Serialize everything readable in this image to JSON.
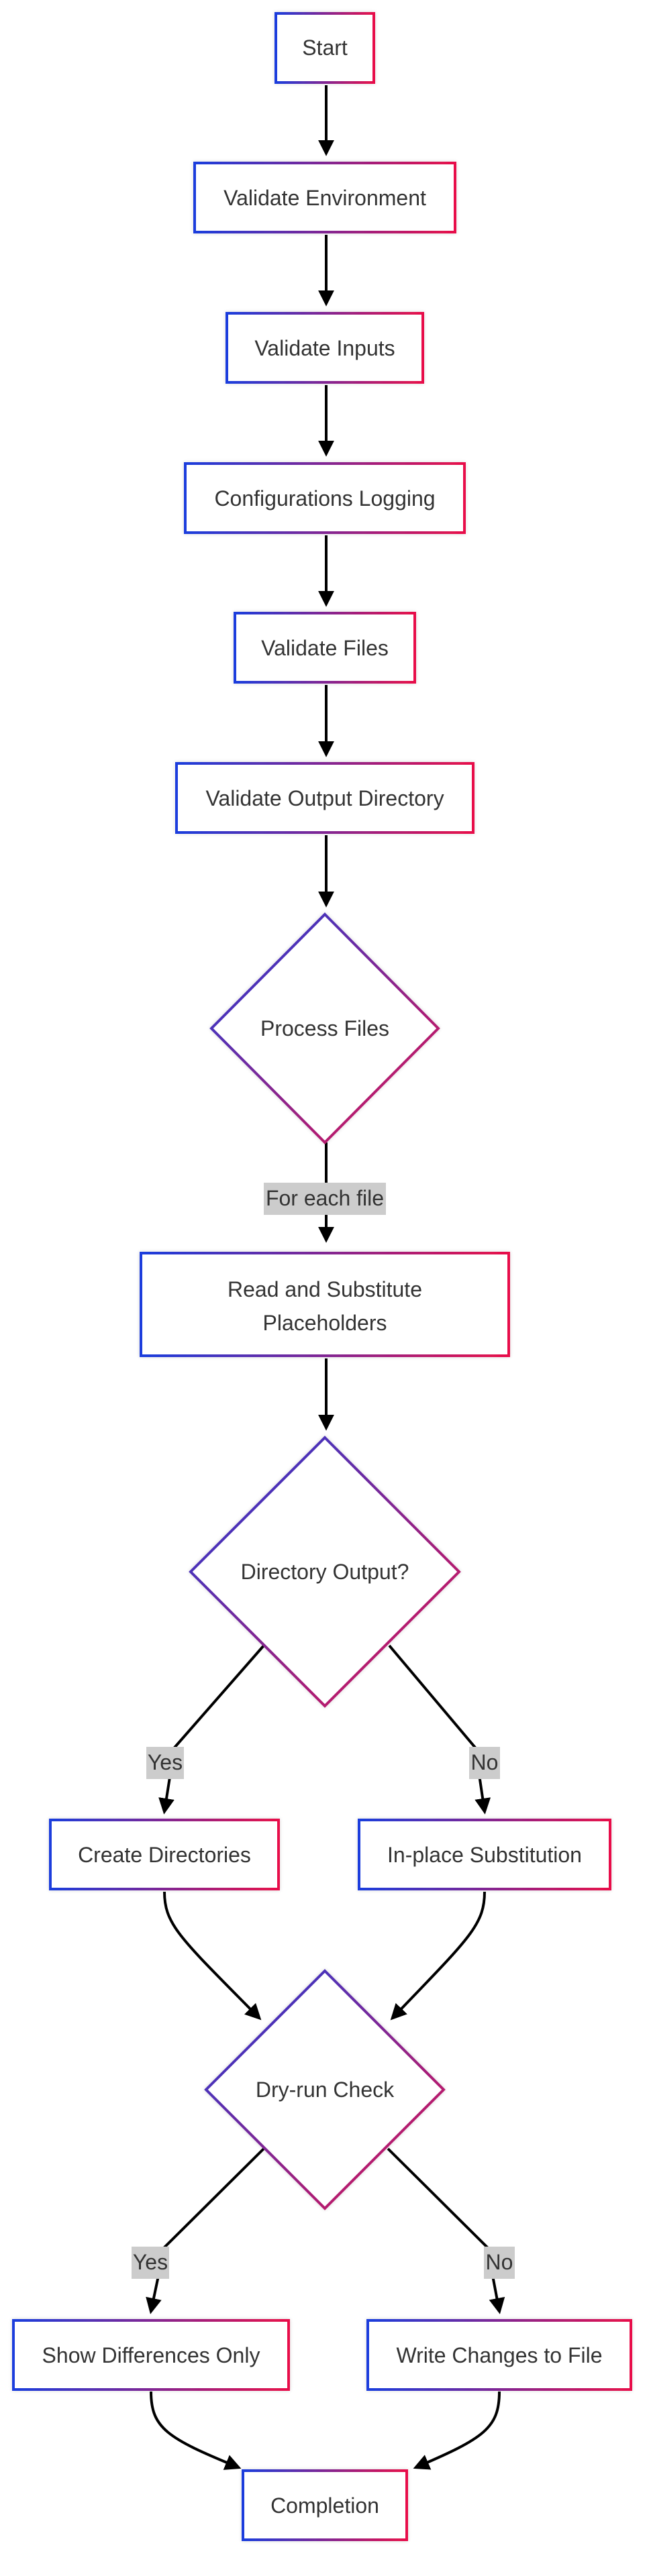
{
  "diagram": {
    "type": "flowchart",
    "colors": {
      "border_gradient_start": "#1a3ddd",
      "border_gradient_end": "#e8104a",
      "edge": "#000000",
      "label_background": "#cccccc",
      "text": "#333333",
      "background": "#ffffff"
    },
    "nodes": {
      "start": "Start",
      "validate_environment": "Validate Environment",
      "validate_inputs": "Validate Inputs",
      "configurations_logging": "Configurations Logging",
      "validate_files": "Validate Files",
      "validate_output_directory": "Validate Output Directory",
      "process_files": "Process Files",
      "read_substitute_line1": "Read and Substitute",
      "read_substitute_line2": "Placeholders",
      "directory_output": "Directory Output?",
      "create_directories": "Create Directories",
      "inplace_substitution": "In-place Substitution",
      "dry_run_check": "Dry-run Check",
      "show_differences_only": "Show Differences Only",
      "write_changes_to_file": "Write Changes to File",
      "completion": "Completion"
    },
    "edge_labels": {
      "for_each_file": "For each file",
      "directory_yes": "Yes",
      "directory_no": "No",
      "dryrun_yes": "Yes",
      "dryrun_no": "No"
    },
    "edges": [
      {
        "from": "Start",
        "to": "Validate Environment"
      },
      {
        "from": "Validate Environment",
        "to": "Validate Inputs"
      },
      {
        "from": "Validate Inputs",
        "to": "Configurations Logging"
      },
      {
        "from": "Configurations Logging",
        "to": "Validate Files"
      },
      {
        "from": "Validate Files",
        "to": "Validate Output Directory"
      },
      {
        "from": "Validate Output Directory",
        "to": "Process Files"
      },
      {
        "from": "Process Files",
        "to": "Read and Substitute Placeholders",
        "label": "For each file"
      },
      {
        "from": "Read and Substitute Placeholders",
        "to": "Directory Output?"
      },
      {
        "from": "Directory Output?",
        "to": "Create Directories",
        "label": "Yes"
      },
      {
        "from": "Directory Output?",
        "to": "In-place Substitution",
        "label": "No"
      },
      {
        "from": "Create Directories",
        "to": "Dry-run Check"
      },
      {
        "from": "In-place Substitution",
        "to": "Dry-run Check"
      },
      {
        "from": "Dry-run Check",
        "to": "Show Differences Only",
        "label": "Yes"
      },
      {
        "from": "Dry-run Check",
        "to": "Write Changes to File",
        "label": "No"
      },
      {
        "from": "Show Differences Only",
        "to": "Completion"
      },
      {
        "from": "Write Changes to File",
        "to": "Completion"
      }
    ]
  }
}
